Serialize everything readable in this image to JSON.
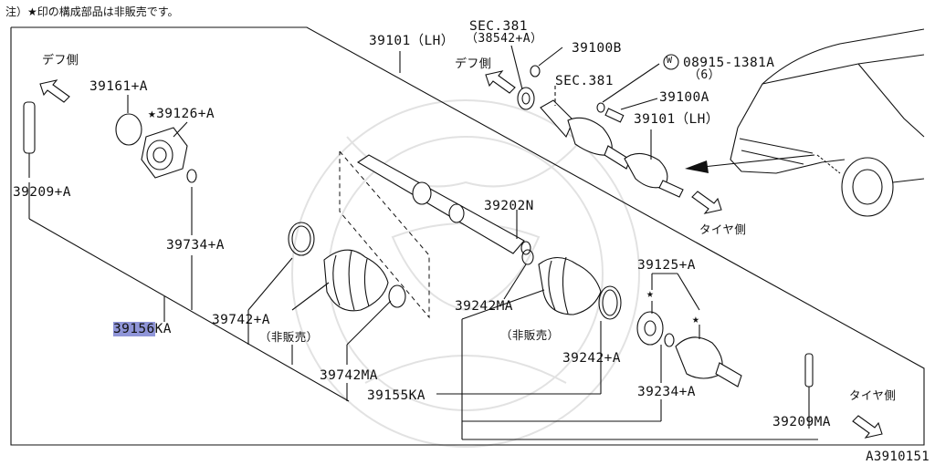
{
  "note": "注）★印の構成部品は非販売です。",
  "drawing_code": "A3910151",
  "labels": {
    "diff_side_left": "デフ側",
    "diff_side_top": "デフ側",
    "tire_side_mid": "タイヤ側",
    "tire_side_right": "タイヤ側",
    "p39161": "39161+A",
    "p39126": "★39126+A",
    "p39209a": "39209+A",
    "p39734": "39734+A",
    "p39742a": "39742+A",
    "p39156_main": "39156",
    "p39156_suffix": "KA",
    "not_sold_1": "（非販売）",
    "p39742ma": "39742MA",
    "p39155": "39155KA",
    "p39101_top": "39101（LH）",
    "sec381_1": "SEC.381",
    "p38542": "（38542+A）",
    "p39100b": "39100B",
    "sec381_2": "SEC.381",
    "w08915": "08915-1381A",
    "w_qty": "（6）",
    "w_marker": "W",
    "p39100a": "39100A",
    "p39101_right": "39101（LH）",
    "p39202": "39202N",
    "p39242ma": "39242MA",
    "not_sold_2": "（非販売）",
    "p39242a": "39242+A",
    "p39125": "39125+A",
    "p39234": "39234+A",
    "p39209ma": "39209MA"
  }
}
